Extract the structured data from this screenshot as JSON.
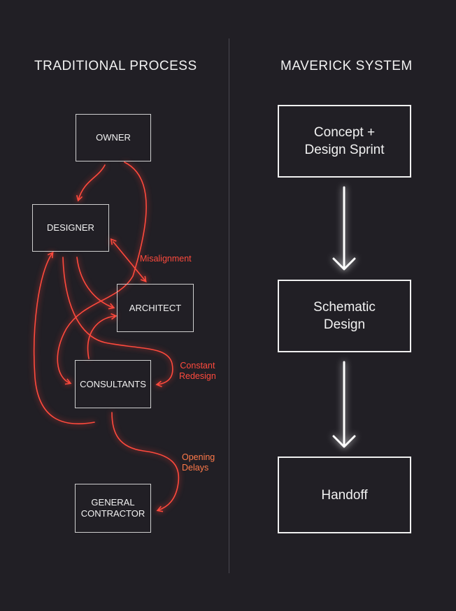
{
  "left": {
    "heading": "TRADITIONAL PROCESS",
    "boxes": {
      "owner": "OWNER",
      "designer": "DESIGNER",
      "architect": "ARCHITECT",
      "consultants": "CONSULTANTS",
      "general_contractor_line1": "GENERAL",
      "general_contractor_line2": "CONTRACTOR"
    },
    "notes": {
      "misalignment": "Misalignment",
      "constant_redesign_line1": "Constant",
      "constant_redesign_line2": "Redesign",
      "opening_delays_line1": "Opening",
      "opening_delays_line2": "Delays"
    }
  },
  "right": {
    "heading": "MAVERICK SYSTEM",
    "boxes": {
      "concept_line1": "Concept +",
      "concept_line2": "Design Sprint",
      "schematic_line1": "Schematic",
      "schematic_line2": "Design",
      "handoff": "Handoff"
    }
  },
  "colors": {
    "background": "#211f25",
    "arrow_red": "#ff4a3d",
    "arrow_white": "#ffffff"
  }
}
